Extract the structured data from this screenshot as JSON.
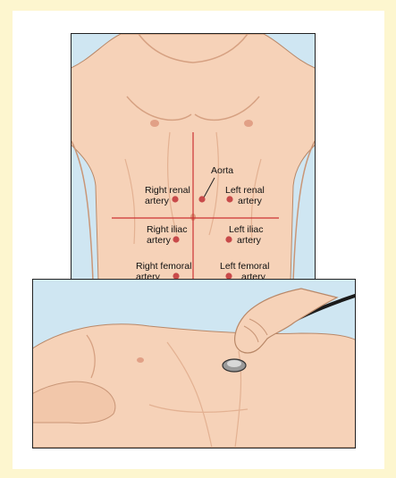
{
  "labels": {
    "aorta": "Aorta",
    "right_renal_1": "Right renal",
    "right_renal_2": "artery",
    "left_renal_1": "Left renal",
    "left_renal_2": "artery",
    "right_iliac_1": "Right iliac",
    "right_iliac_2": "artery",
    "left_iliac_1": "Left iliac",
    "left_iliac_2": "artery",
    "right_femoral_1": "Right femoral",
    "right_femoral_2": "artery",
    "left_femoral_1": "Left femoral",
    "left_femoral_2": "artery"
  },
  "colors": {
    "background": "#fdf6cf",
    "panel_bg": "#cfe6f2",
    "skin": "#f6d2b8",
    "skin_shadow": "#e9b493",
    "marker": "#c84a4a",
    "guide_line": "#cc3333"
  },
  "icons": {
    "stethoscope": "stethoscope-icon",
    "hand": "hand-icon"
  }
}
